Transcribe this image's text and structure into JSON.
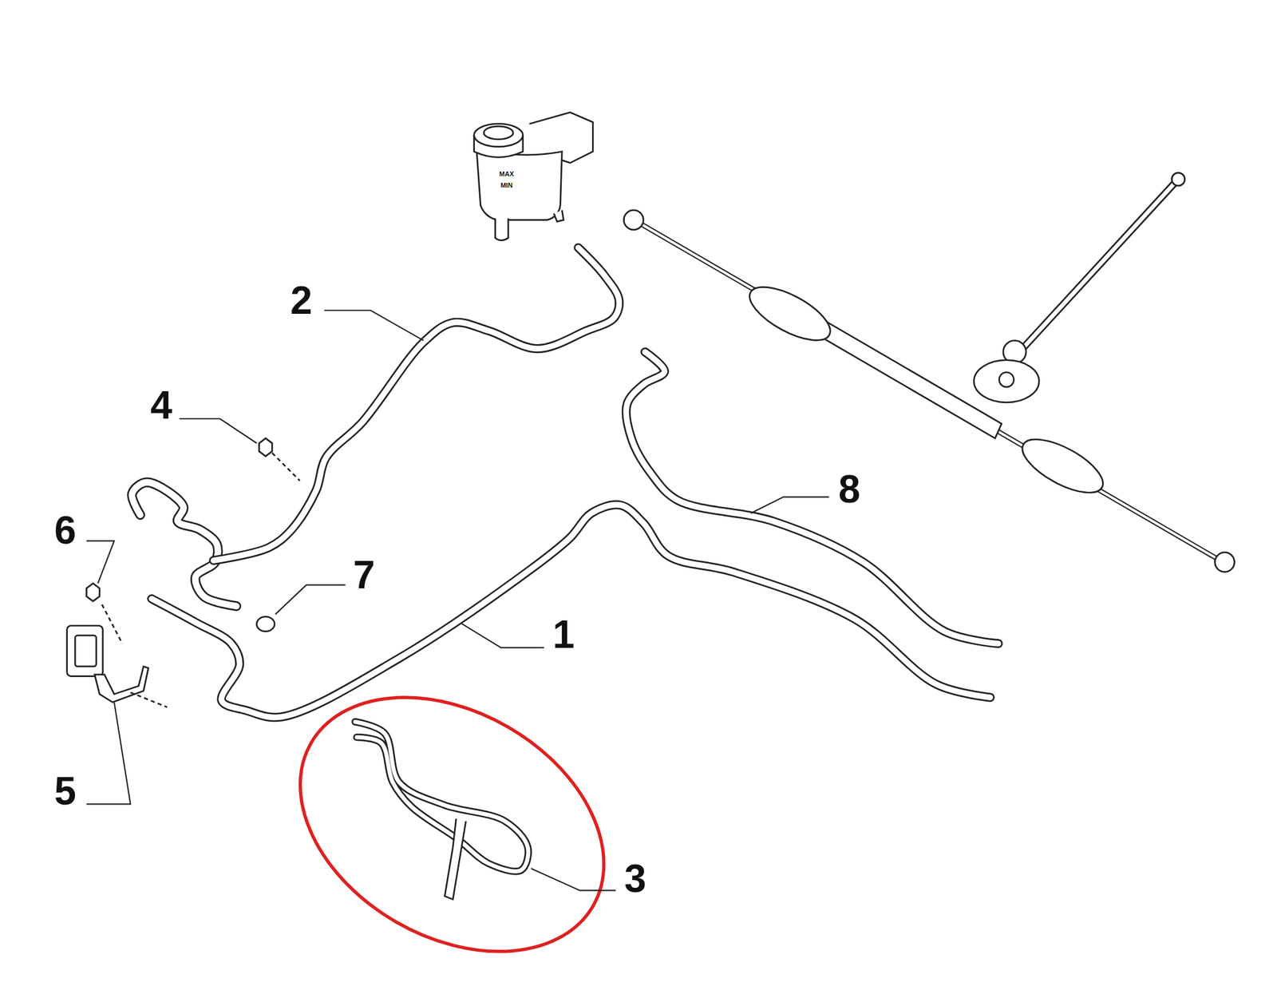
{
  "diagram": {
    "labels": [
      "MAX",
      "MIN",
      "2",
      "4",
      "8",
      "6",
      "7",
      "1",
      "5",
      "3"
    ]
  }
}
